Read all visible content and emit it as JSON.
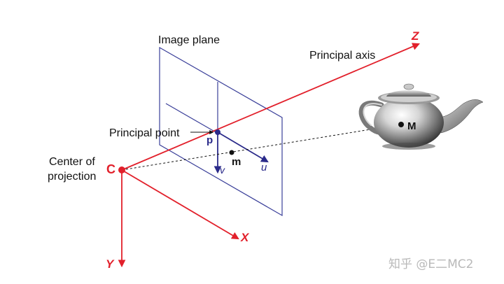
{
  "labels": {
    "image_plane": "Image plane",
    "principal_axis": "Principal axis",
    "principal_point": "Principal point",
    "center_line1": "Center of",
    "center_line2": "projection",
    "C": "C",
    "p": "p",
    "m": "m",
    "M": "M",
    "u": "u",
    "v": "v",
    "X": "X",
    "Y": "Y",
    "Z": "Z"
  },
  "watermark": "知乎 @E二MC2",
  "icons": {
    "teapot": "teapot-3d-object"
  },
  "colors": {
    "axis_red": "#e2202b",
    "plane_blue": "#3a3f99",
    "uv_blue": "#2a2a8a",
    "text": "#111111",
    "watermark": "#b9b9b9"
  }
}
